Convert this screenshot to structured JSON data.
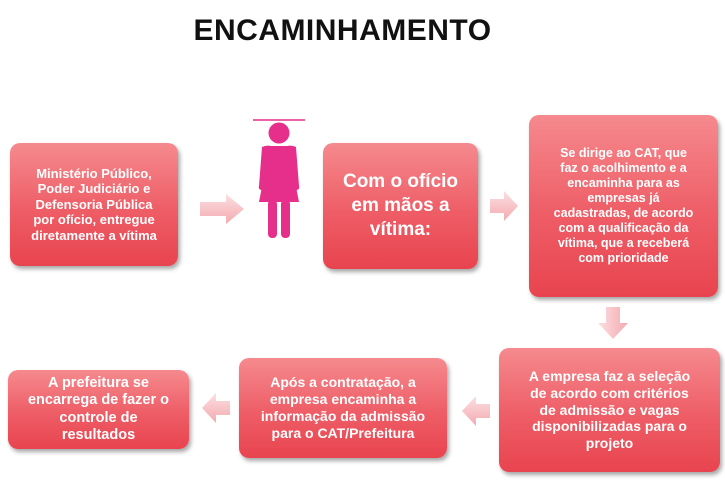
{
  "title": "ENCAMINHAMENTO",
  "colors": {
    "box_fill": "#ee5d66",
    "box_fill_light": "#f58a8e",
    "arrow_fill": "#f8c9cc",
    "icon_pink": "#e62f8a",
    "title_color": "#111111"
  },
  "nodes": [
    {
      "id": "box1",
      "lines": [
        "Ministério Público,",
        "Poder Judiciário e",
        "Defensoria Pública",
        "por ofício,  entregue",
        "diretamente a  vítima"
      ]
    },
    {
      "id": "box2",
      "lines": [
        "Com o ofício",
        "em mãos a",
        "vítima:"
      ]
    },
    {
      "id": "box3",
      "lines": [
        "Se dirige ao CAT, que",
        "faz o acolhimento e a",
        "encaminha para as",
        "empresas já",
        "cadastradas, de acordo",
        "com a qualificação da",
        "vítima, que a receberá",
        "com prioridade"
      ]
    },
    {
      "id": "box4",
      "lines": [
        "A empresa faz a seleção",
        "de acordo com critérios",
        "de admissão e vagas",
        "disponibilizadas para o",
        "projeto"
      ]
    },
    {
      "id": "box5",
      "lines": [
        "Após a contratação, a",
        "empresa encaminha a",
        "informação da admissão",
        "para o CAT/Prefeitura"
      ]
    },
    {
      "id": "box6",
      "lines": [
        "A prefeitura se",
        "encarrega de fazer o",
        "controle de",
        "resultados"
      ]
    }
  ],
  "icon": {
    "name": "woman-icon"
  },
  "flow": [
    {
      "from": "box1",
      "to": "box2",
      "direction": "right"
    },
    {
      "from": "box2",
      "to": "box3",
      "direction": "right"
    },
    {
      "from": "box3",
      "to": "box4",
      "direction": "down"
    },
    {
      "from": "box4",
      "to": "box5",
      "direction": "left"
    },
    {
      "from": "box5",
      "to": "box6",
      "direction": "left"
    }
  ]
}
